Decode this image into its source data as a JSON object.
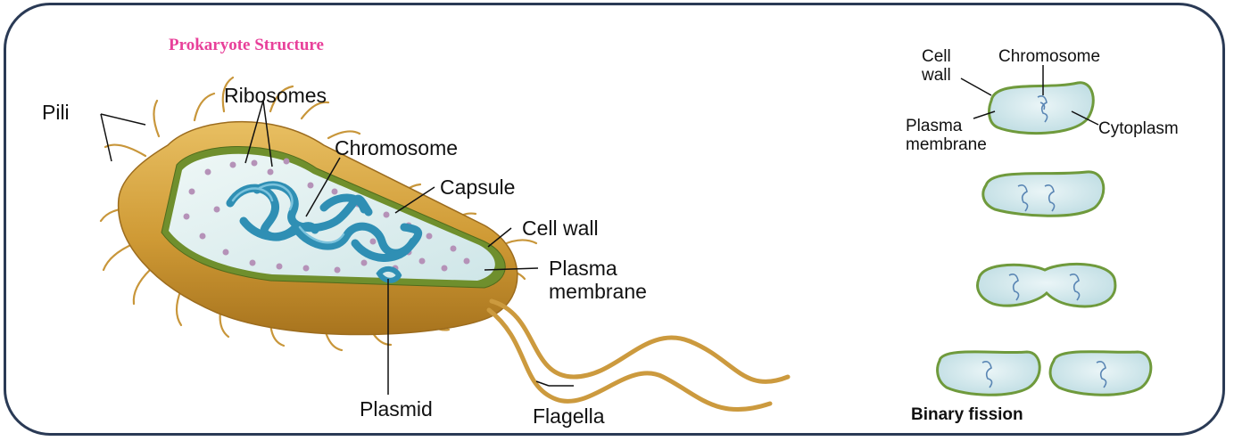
{
  "title": "Prokaryote Structure",
  "cell_labels": {
    "pili": "Pili",
    "ribosomes": "Ribosomes",
    "chromosome": "Chromosome",
    "capsule": "Capsule",
    "cell_wall": "Cell wall",
    "plasma_membrane_line1": "Plasma",
    "plasma_membrane_line2": "membrane",
    "plasmid": "Plasmid",
    "flagella": "Flagella"
  },
  "fission_labels": {
    "cell_wall_line1": "Cell",
    "cell_wall_line2": "wall",
    "chromosome": "Chromosome",
    "plasma_membrane_line1": "Plasma",
    "plasma_membrane_line2": "membrane",
    "cytoplasm": "Cytoplasm",
    "caption": "Binary fission"
  },
  "colors": {
    "title": "#e8409a",
    "frame_border": "#2a3a55",
    "capsule": "#d4a23c",
    "cell_wall": "#6f8f2d",
    "cytoplasm": "#d9ecec",
    "chromosome": "#2f8fb4",
    "ribosome": "#b592b8",
    "fission_membrane": "#6f9a3c",
    "fission_cytoplasm": "#cfe5ea"
  }
}
